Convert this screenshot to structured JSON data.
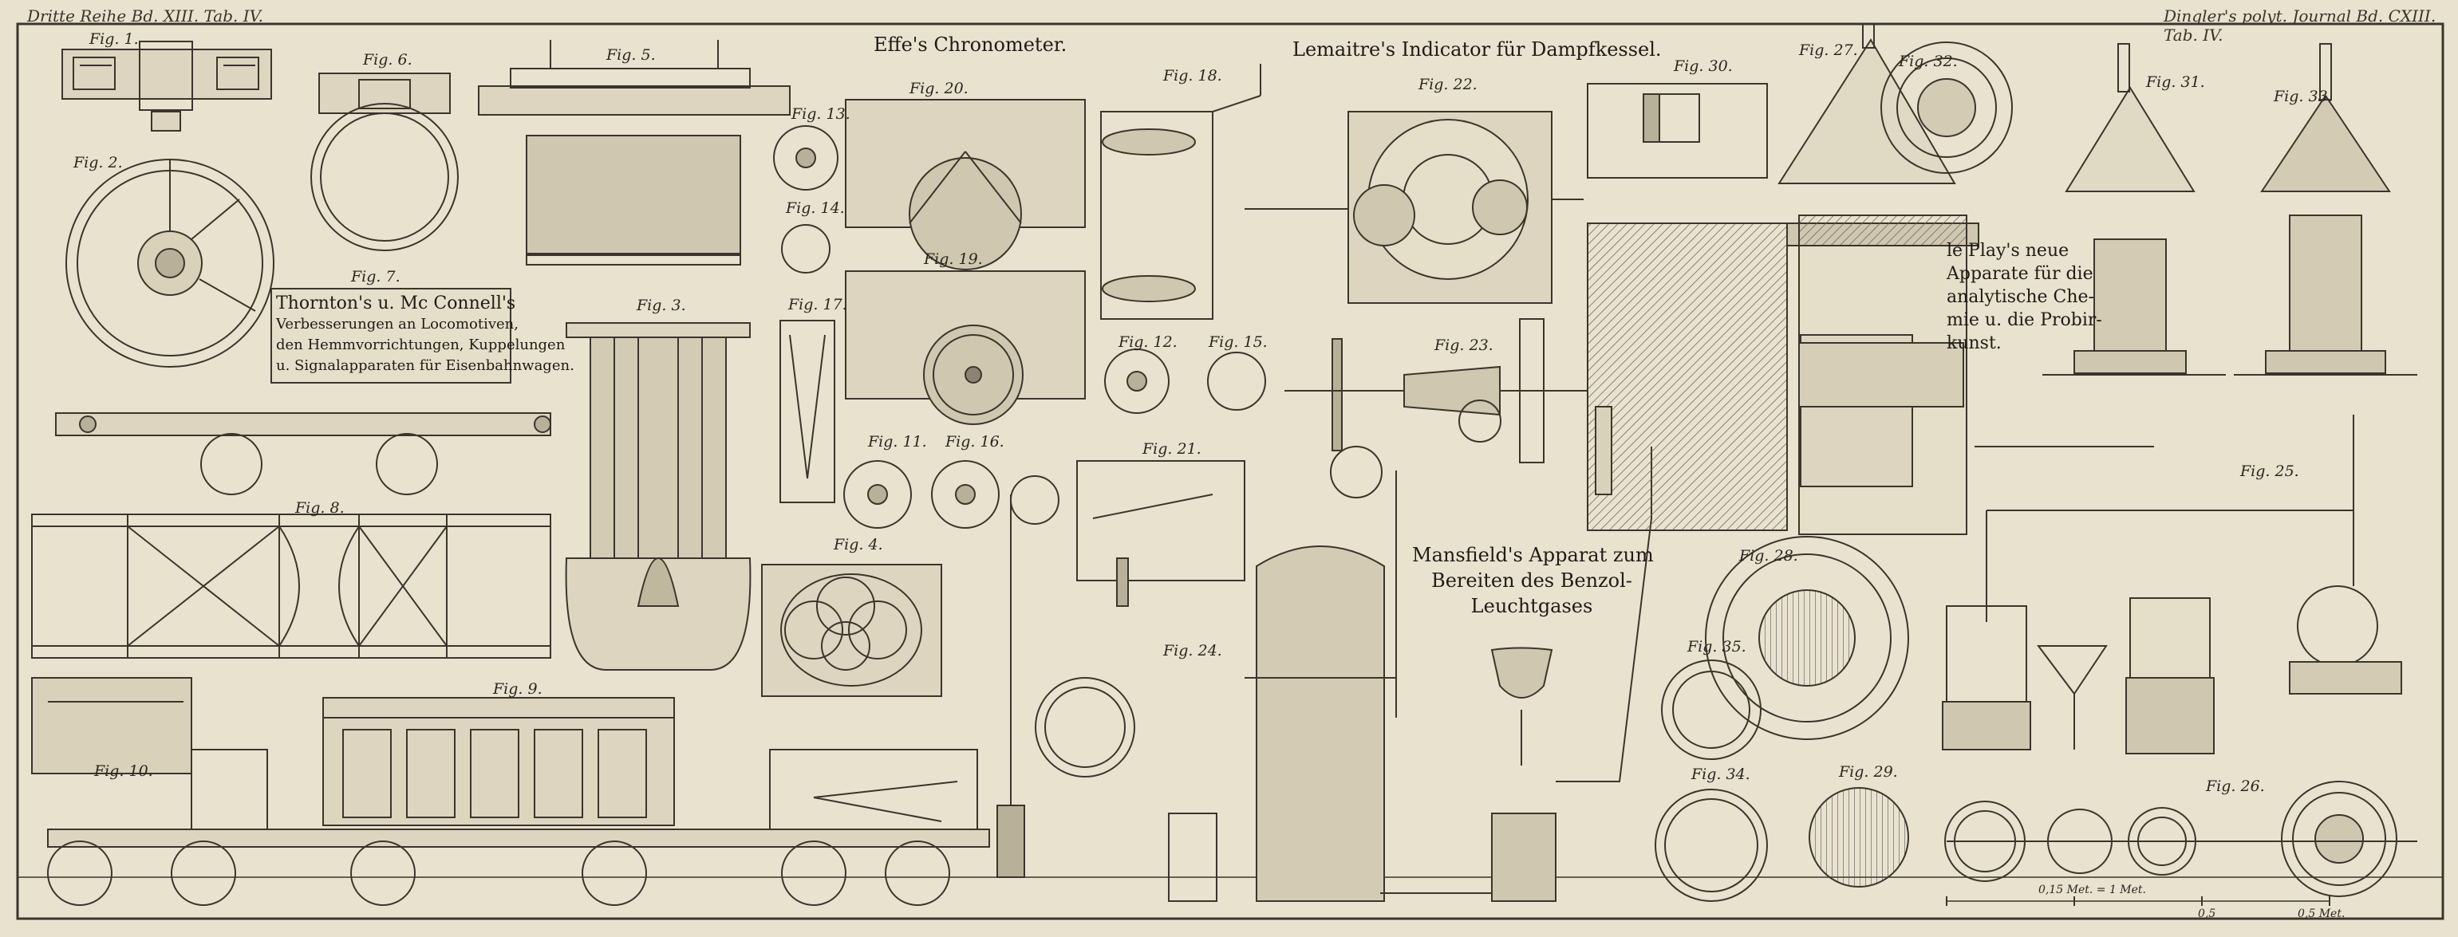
{
  "header": {
    "left": "Dritte Reihe Bd. XIII. Tab. IV.",
    "right": "Dingler's polyt. Journal Bd. CXIII. Tab. IV."
  },
  "titles": {
    "effe": "Effe's Chronometer.",
    "lemaitre": "Lemaitre's Indicator für Dampfkessel.",
    "thornton": [
      "Thornton's u. Mc Connell's",
      "Verbesserungen an Locomotiven,",
      "den Hemmvorrichtungen, Kuppelungen",
      "u. Signalapparaten für Eisenbahnwagen."
    ],
    "leplay": [
      "le Play's neue",
      "Apparate für die",
      "analytische Che-",
      "mie u. die Probir-",
      "kunst."
    ],
    "mansfield": [
      "Mansfield's Apparat zum",
      "Bereiten des Benzol-",
      "Leuchtgases"
    ]
  },
  "figures": {
    "f1": "Fig. 1.",
    "f2": "Fig. 2.",
    "f3": "Fig. 3.",
    "f4": "Fig. 4.",
    "f5": "Fig. 5.",
    "f6": "Fig. 6.",
    "f7": "Fig. 7.",
    "f8": "Fig. 8.",
    "f9": "Fig. 9.",
    "f10": "Fig. 10.",
    "f11": "Fig. 11.",
    "f12": "Fig. 12.",
    "f13": "Fig. 13.",
    "f14": "Fig. 14.",
    "f15": "Fig. 15.",
    "f16": "Fig. 16.",
    "f17": "Fig. 17.",
    "f18": "Fig. 18.",
    "f19": "Fig. 19.",
    "f20": "Fig. 20.",
    "f21": "Fig. 21.",
    "f22": "Fig. 22.",
    "f23": "Fig. 23.",
    "f24": "Fig. 24.",
    "f25": "Fig. 25.",
    "f26": "Fig. 26.",
    "f27": "Fig. 27.",
    "f28": "Fig. 28.",
    "f29": "Fig. 29.",
    "f30": "Fig. 30.",
    "f31": "Fig. 31.",
    "f32": "Fig. 32.",
    "f33": "Fig. 33.",
    "f34": "Fig. 34.",
    "f35": "Fig. 35."
  },
  "scale": {
    "a": "0,15 Met. = 1 Met.",
    "b": "0,5",
    "c": "0,5 Met."
  }
}
